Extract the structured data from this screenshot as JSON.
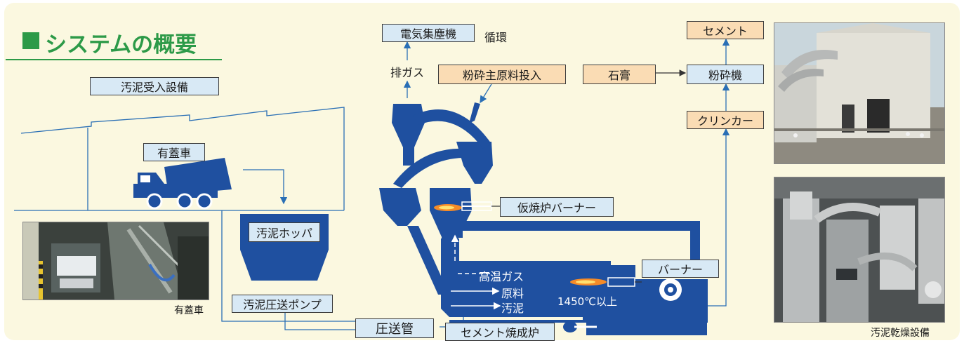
{
  "title": "システムの概要",
  "colors": {
    "accent": "#2d9a48",
    "machine": "#1f50a0",
    "box_blue": "#d8e9f5",
    "box_tan": "#fadcb4"
  },
  "boxes": {
    "sludge_receiving": "汚泥受入設備",
    "covered_truck": "有蓋車",
    "sludge_hopper": "汚泥ホッパ",
    "sludge_pump": "汚泥圧送ポンプ",
    "pressure_pipe": "圧送管",
    "kiln": "セメント焼成炉",
    "dust_collector": "電気集塵機",
    "raw_feed": "粉砕主原料投入",
    "calciner_burner": "仮焼炉バーナー",
    "burner": "バーナー",
    "gypsum": "石膏",
    "mill": "粉砕機",
    "cement": "セメント",
    "clinker": "クリンカー"
  },
  "labels": {
    "circulation": "循環",
    "exhaust": "排ガス",
    "hot_gas": "高温ガス",
    "raw_material": "原料",
    "sludge": "汚泥",
    "temperature": "1450℃以上"
  },
  "captions": {
    "truck_photo": "有蓋車",
    "dryer_photo": "汚泥乾燥設備"
  }
}
